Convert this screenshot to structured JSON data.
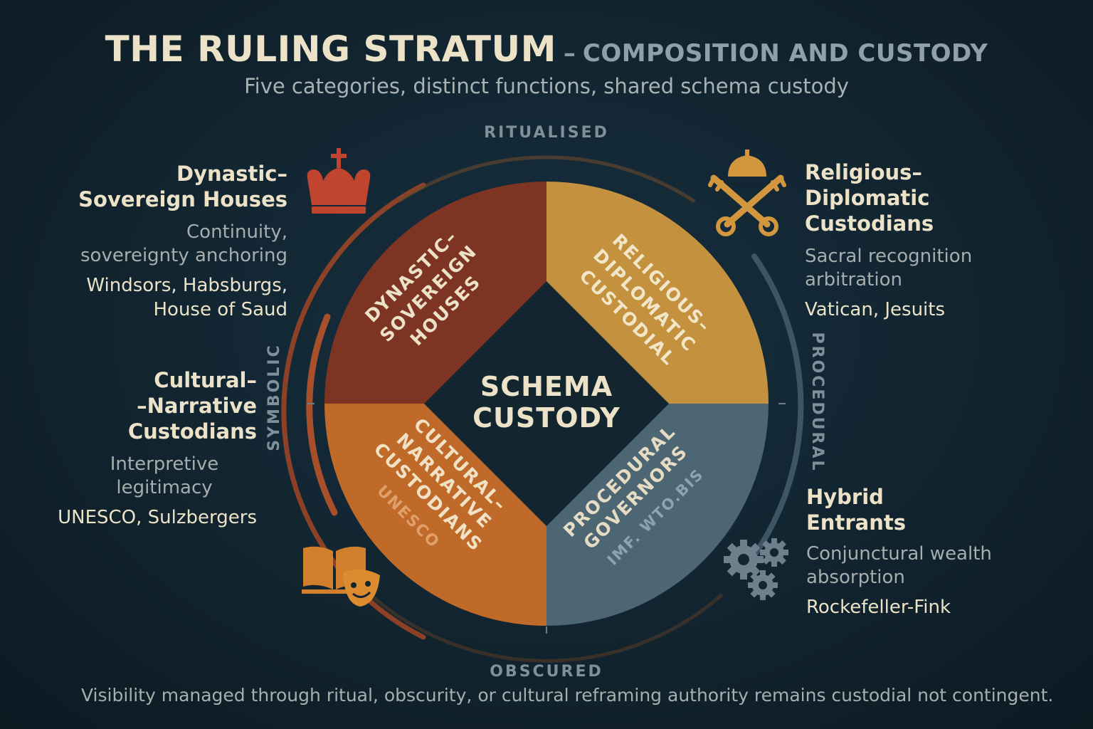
{
  "header": {
    "title": "THE RULING STRATUM",
    "dash": "–",
    "title_secondary": "COMPOSITION AND CUSTODY",
    "subtitle": "Five categories, distinct functions, shared schema custody"
  },
  "axes": {
    "top": "RITUALISED",
    "bottom": "OBSCURED",
    "left": "SYMBOLIC",
    "right": "PROCEDURAL"
  },
  "center": {
    "line1": "SCHEMA",
    "line2": "CUSTODY"
  },
  "quadrants": {
    "dynastic": {
      "lines": [
        "DYNASTIC–",
        "SOVEREIGN",
        "HOUSES"
      ],
      "color": "#7e3422"
    },
    "religious": {
      "lines": [
        "RELIGIOUS–",
        "DIPLOMATIC",
        "CUSTODIAL"
      ],
      "color": "#c4913e"
    },
    "cultural": {
      "lines": [
        "CULTURAL–",
        "NARRATIVE",
        "CUSTODIANS"
      ],
      "sub": "UNESCO",
      "color": "#c06a2a"
    },
    "procedural": {
      "lines": [
        "PROCEDURAL",
        "GOVERNORS"
      ],
      "sub": "IMF. WTO.BIS",
      "color": "#4d6673"
    }
  },
  "side": {
    "dynastic": {
      "heading": [
        "Dynastic–",
        "Sovereign Houses"
      ],
      "desc": [
        "Continuity,",
        "sovereignty anchoring"
      ],
      "examples": [
        "Windsors, Habsburgs,",
        "House of Saud"
      ]
    },
    "religious": {
      "heading": [
        "Religious–",
        "Diplomatic",
        "Custodians"
      ],
      "desc": [
        "Sacral recognition",
        "arbitration"
      ],
      "examples": [
        "Vatican, Jesuits"
      ]
    },
    "cultural": {
      "heading": [
        "Cultural–",
        "–Narrative",
        "Custodians"
      ],
      "desc": [
        "Interpretive",
        "legitimacy"
      ],
      "examples": [
        "UNESCO, Sulzbergers"
      ]
    },
    "hybrid": {
      "heading": [
        "Hybrid",
        "Entrants"
      ],
      "desc": [
        "Conjunctural wealth",
        "absorption"
      ],
      "examples": [
        "Rockefeller-Fink"
      ]
    }
  },
  "icons": {
    "dynastic": "crown-icon",
    "religious": "crossed-keys-icon",
    "cultural": "book-and-mask-icon",
    "hybrid": "gears-icon"
  },
  "footer": {
    "left": "Visibility managed through ritual, obscurity, or cultural reframing",
    "right": "authority remains custodial  not contingent."
  }
}
